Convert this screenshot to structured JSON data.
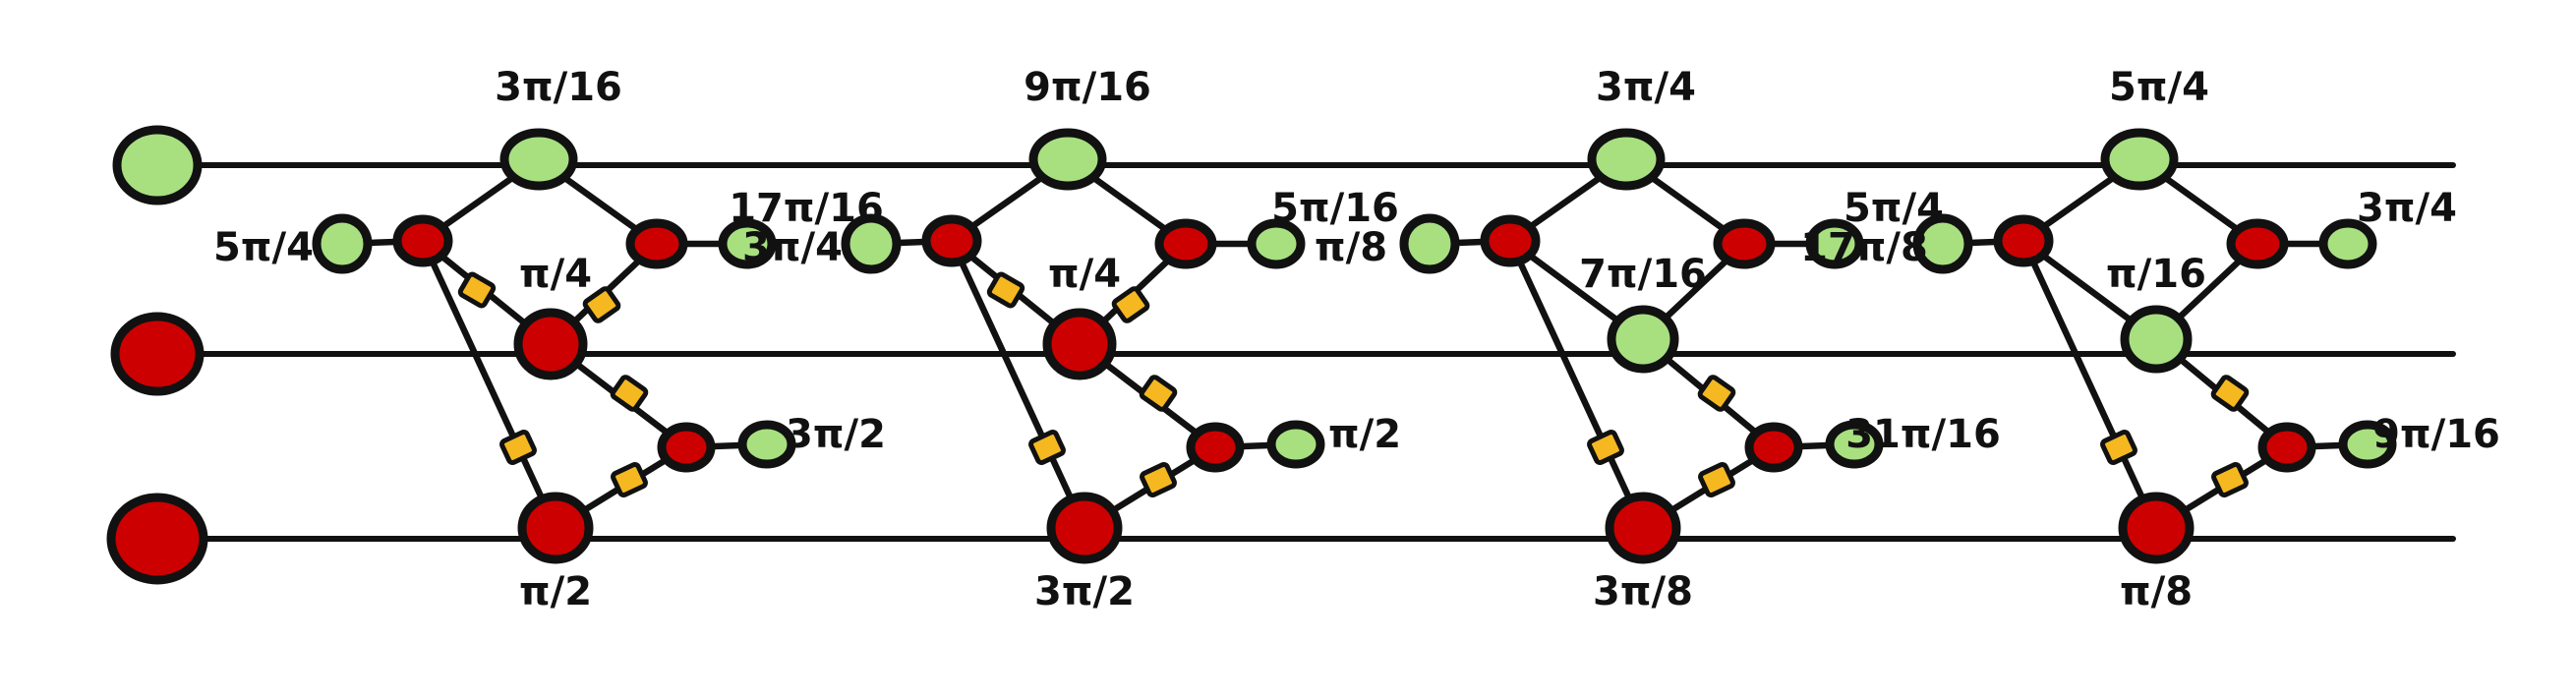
{
  "colors": {
    "z_spider": "#a8e080",
    "x_spider": "#cc0000",
    "hadamard": "#f5b820",
    "wire": "#111111",
    "background": "#ffffff"
  },
  "inputs": [
    {
      "type": "z"
    },
    {
      "type": "x"
    },
    {
      "type": "x"
    }
  ],
  "blocks": [
    {
      "label_top": "3π/16",
      "label_left": "5π/4",
      "label_right": "17π/16",
      "label_mid": "π/4",
      "label_low_right": "3π/2",
      "label_bottom": "π/2",
      "mid_spider": "x",
      "hadamards": 4
    },
    {
      "label_top": "9π/16",
      "label_left": "3π/4",
      "label_right": "5π/16",
      "label_mid": "π/4",
      "label_low_right": "π/2",
      "label_bottom": "3π/2",
      "mid_spider": "x",
      "hadamards": 4
    },
    {
      "label_top": "3π/4",
      "label_left": "π/8",
      "label_right": "5π/4",
      "label_mid": "7π/16",
      "label_low_right": "31π/16",
      "label_bottom": "3π/8",
      "mid_spider": "z",
      "hadamards": 2
    },
    {
      "label_top": "5π/4",
      "label_left": "17π/8",
      "label_right": "3π/4",
      "label_mid": "π/16",
      "label_low_right": "9π/16",
      "label_bottom": "π/8",
      "mid_spider": "z",
      "hadamards": 2
    }
  ]
}
